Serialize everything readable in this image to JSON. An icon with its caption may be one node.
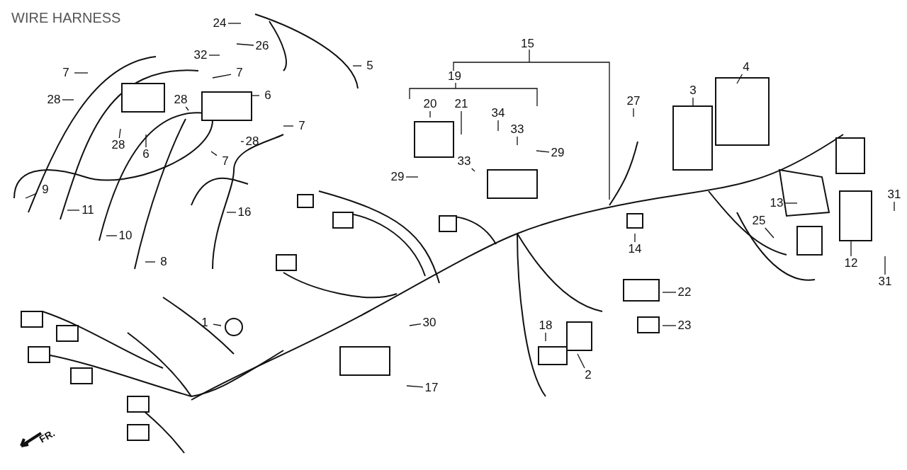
{
  "diagram": {
    "title": "WIRE HARNESS",
    "nodes": [
      {
        "text": [
          "24"
        ]
      },
      {
        "text": [
          "26"
        ]
      },
      {
        "text": [
          "32"
        ]
      },
      {
        "text": [
          "5"
        ]
      },
      {
        "text": [
          "7"
        ]
      },
      {
        "text": [
          "7"
        ]
      },
      {
        "text": [
          "28"
        ]
      },
      {
        "text": [
          "28"
        ]
      },
      {
        "text": [
          "6"
        ]
      },
      {
        "text": [
          "7"
        ]
      },
      {
        "text": [
          "28"
        ]
      },
      {
        "text": [
          "6"
        ]
      },
      {
        "text": [
          "28"
        ]
      },
      {
        "text": [
          "7"
        ]
      },
      {
        "text": [
          "20"
        ]
      },
      {
        "text": [
          "21"
        ]
      },
      {
        "text": [
          "34"
        ]
      },
      {
        "text": [
          "33"
        ]
      },
      {
        "text": [
          "33"
        ]
      },
      {
        "text": [
          "29"
        ]
      },
      {
        "text": [
          "29"
        ]
      },
      {
        "text": [
          "27"
        ]
      },
      {
        "text": [
          "3"
        ]
      },
      {
        "text": [
          "4"
        ]
      },
      {
        "text": [
          "9"
        ]
      },
      {
        "text": [
          "11"
        ]
      },
      {
        "text": [
          "16"
        ]
      },
      {
        "text": [
          "10"
        ]
      },
      {
        "text": [
          "8"
        ]
      },
      {
        "text": [
          "13"
        ]
      },
      {
        "text": [
          "25"
        ]
      },
      {
        "text": [
          "31"
        ]
      },
      {
        "text": [
          "14"
        ]
      },
      {
        "text": [
          "12"
        ]
      },
      {
        "text": [
          "31"
        ]
      },
      {
        "text": [
          "22"
        ]
      },
      {
        "text": [
          "1"
        ]
      },
      {
        "text": [
          "30"
        ]
      },
      {
        "text": [
          "23"
        ]
      },
      {
        "text": [
          "18"
        ]
      },
      {
        "text": [
          "2"
        ]
      },
      {
        "text": [
          "17"
        ]
      }
    ],
    "edges": [
      {
        "from": 0,
        "to": null,
        "arrow": "none"
      },
      {
        "from": 1,
        "to": null,
        "arrow": "none"
      },
      {
        "from": 2,
        "to": null,
        "arrow": "none"
      },
      {
        "from": 3,
        "to": null,
        "arrow": "none"
      },
      {
        "from": 4,
        "to": null,
        "arrow": "none"
      },
      {
        "from": 5,
        "to": null,
        "arrow": "none"
      },
      {
        "from": 6,
        "to": null,
        "arrow": "none"
      },
      {
        "from": 7,
        "to": null,
        "arrow": "none"
      },
      {
        "from": 8,
        "to": null,
        "arrow": "none"
      },
      {
        "from": 9,
        "to": null,
        "arrow": "none"
      },
      {
        "from": 10,
        "to": null,
        "arrow": "none"
      },
      {
        "from": 11,
        "to": null,
        "arrow": "none"
      },
      {
        "from": 12,
        "to": null,
        "arrow": "none"
      },
      {
        "from": 13,
        "to": null,
        "arrow": "none"
      },
      {
        "from": 14,
        "to": null,
        "arrow": "none"
      },
      {
        "from": 15,
        "to": null,
        "arrow": "none"
      },
      {
        "from": 16,
        "to": null,
        "arrow": "none"
      },
      {
        "from": 17,
        "to": null,
        "arrow": "none"
      },
      {
        "from": 18,
        "to": null,
        "arrow": "none"
      },
      {
        "from": 19,
        "to": null,
        "arrow": "none"
      },
      {
        "from": 20,
        "to": null,
        "arrow": "none"
      },
      {
        "from": 21,
        "to": null,
        "arrow": "none"
      },
      {
        "from": 22,
        "to": null,
        "arrow": "none"
      },
      {
        "from": 23,
        "to": null,
        "arrow": "none"
      },
      {
        "from": 24,
        "to": null,
        "arrow": "none"
      },
      {
        "from": 25,
        "to": null,
        "arrow": "none"
      },
      {
        "from": 26,
        "to": null,
        "arrow": "none"
      },
      {
        "from": 27,
        "to": null,
        "arrow": "none"
      },
      {
        "from": 28,
        "to": null,
        "arrow": "none"
      },
      {
        "from": 29,
        "to": null,
        "arrow": "none"
      },
      {
        "from": 30,
        "to": null,
        "arrow": "none"
      },
      {
        "from": 31,
        "to": null,
        "arrow": "none"
      },
      {
        "from": 32,
        "to": null,
        "arrow": "none"
      },
      {
        "from": 33,
        "to": null,
        "arrow": "none"
      },
      {
        "from": 34,
        "to": null,
        "arrow": "none"
      },
      {
        "from": 35,
        "to": null,
        "arrow": "none"
      },
      {
        "from": 36,
        "to": null,
        "arrow": "none"
      },
      {
        "from": 37,
        "to": null,
        "arrow": "none"
      },
      {
        "from": 38,
        "to": null,
        "arrow": "none"
      },
      {
        "from": 39,
        "to": null,
        "arrow": "none"
      },
      {
        "from": 40,
        "to": null,
        "arrow": "none"
      },
      {
        "from": 41,
        "to": null,
        "arrow": "none"
      }
    ],
    "labels": [
      "15",
      "19",
      "FR."
    ]
  }
}
